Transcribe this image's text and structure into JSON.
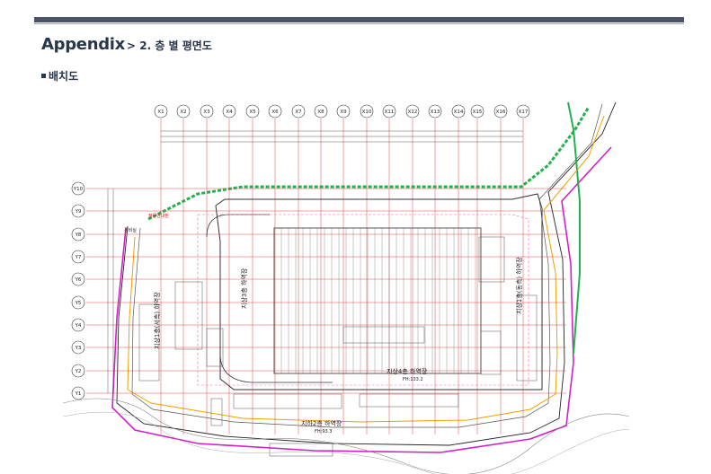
{
  "header": {
    "title": "Appendix",
    "subtitle": "> 2. 층 별 평면도"
  },
  "section": {
    "label": "배치도"
  },
  "plan": {
    "x_grid": [
      "X1",
      "X2",
      "X3",
      "X4",
      "X5",
      "X6",
      "X7",
      "X8",
      "X9",
      "X10",
      "X11",
      "X12",
      "X13",
      "X14",
      "X15",
      "X16",
      "X17"
    ],
    "y_grid": [
      "Y10",
      "Y9",
      "Y8",
      "Y7",
      "Y6",
      "Y5",
      "Y4",
      "Y3",
      "Y2",
      "Y1"
    ],
    "labels": {
      "dock_west": "지상1층(서측) 하역장",
      "dock_3f": "지상3층 하역장",
      "dock_east": "지상1층(동측) 하역장",
      "dock_4f": "지상4층 하역장",
      "dock_4f_fh": "FH:133.2",
      "dock_b2": "지하2층 하역장",
      "dock_b2_fh": "FH:93.3",
      "guard": "경비실",
      "sign": "정문안내판"
    }
  }
}
